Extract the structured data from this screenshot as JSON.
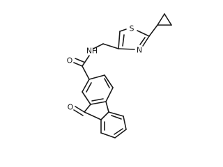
{
  "molecule": {
    "atoms": {
      "s1": "S",
      "n_thiazole": "N",
      "n_amide": "N",
      "h_amide": "H",
      "o_amide": "O",
      "o_ketone": "O"
    }
  },
  "colors": {
    "bond": "#1a1a1a",
    "label": "#1a1a1a",
    "background": "#ffffff"
  }
}
